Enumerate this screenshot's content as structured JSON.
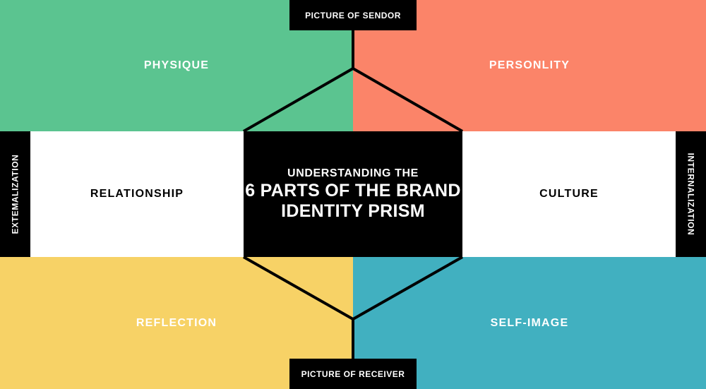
{
  "diagram": {
    "center": {
      "eyebrow": "UNDERSTANDING THE",
      "headline": "6 PARTS OF THE BRAND IDENTITY PRISM"
    },
    "tabs": {
      "top": "PICTURE OF SENDOR",
      "bottom": "PICTURE OF RECEIVER"
    },
    "sides": {
      "left": "EXTEMALIZATION",
      "right": "INTERNALIZATION"
    },
    "quadrants": [
      {
        "key": "physique",
        "label": "PHYSIQUE",
        "color": "#5bc490",
        "text_color": "#ffffff"
      },
      {
        "key": "personality",
        "label": "PERSONLITY",
        "color": "#fb8469",
        "text_color": "#ffffff"
      },
      {
        "key": "reflection",
        "label": "REFLECTION",
        "color": "#f7d266",
        "text_color": "#ffffff"
      },
      {
        "key": "selfimage",
        "label": "SELF-IMAGE",
        "color": "#41b0c0",
        "text_color": "#ffffff"
      }
    ],
    "middle_cells": [
      {
        "key": "relationship",
        "label": "RELATIONSHIP",
        "color": "#ffffff",
        "text_color": "#000000"
      },
      {
        "key": "culture",
        "label": "CULTURE",
        "color": "#ffffff",
        "text_color": "#000000"
      }
    ],
    "colors": {
      "ink": "#000000",
      "paper": "#ffffff",
      "green": "#5bc490",
      "coral": "#fb8469",
      "yellow": "#f7d266",
      "teal": "#41b0c0"
    }
  }
}
